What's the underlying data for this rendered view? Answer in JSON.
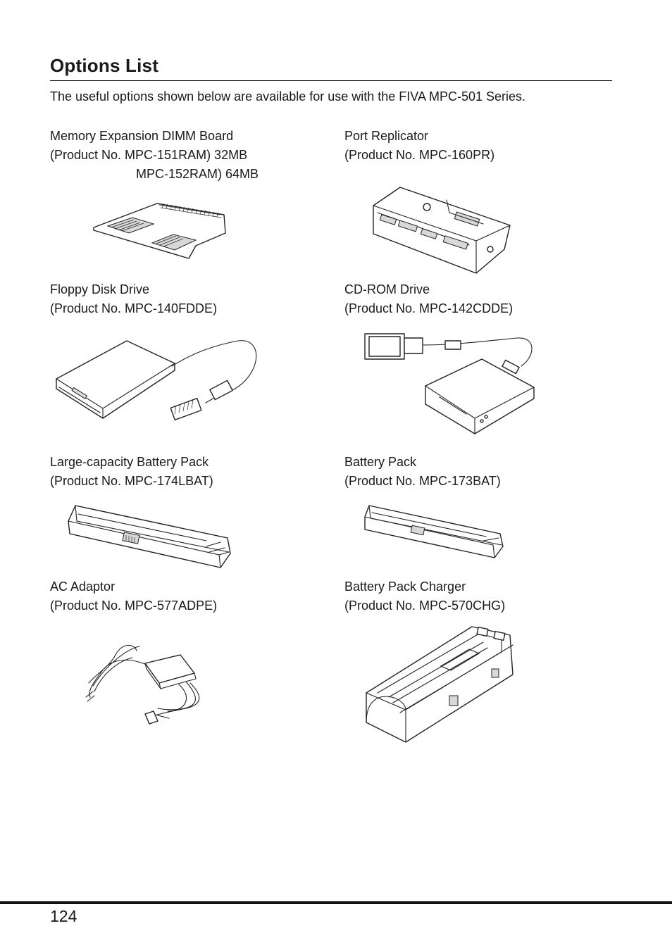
{
  "title": "Options List",
  "intro": "The useful options shown below are available for use with the FIVA MPC-501 Series.",
  "items": [
    {
      "name": "Memory Expansion DIMM Board",
      "line1": "(Product No. MPC-151RAM) 32MB",
      "line2": "MPC-152RAM) 64MB"
    },
    {
      "name": "Port Replicator",
      "line1": "(Product No. MPC-160PR)"
    },
    {
      "name": "Floppy Disk Drive",
      "line1": "(Product No. MPC-140FDDE)"
    },
    {
      "name": "CD-ROM Drive",
      "line1": "(Product No. MPC-142CDDE)"
    },
    {
      "name": "Large-capacity Battery Pack",
      "line1": "(Product No. MPC-174LBAT)"
    },
    {
      "name": "Battery Pack",
      "line1": "(Product No. MPC-173BAT)"
    },
    {
      "name": "AC Adaptor",
      "line1": "(Product No. MPC-577ADPE)"
    },
    {
      "name": "Battery Pack Charger",
      "line1": "(Product No. MPC-570CHG)"
    }
  ],
  "page_number": "124"
}
